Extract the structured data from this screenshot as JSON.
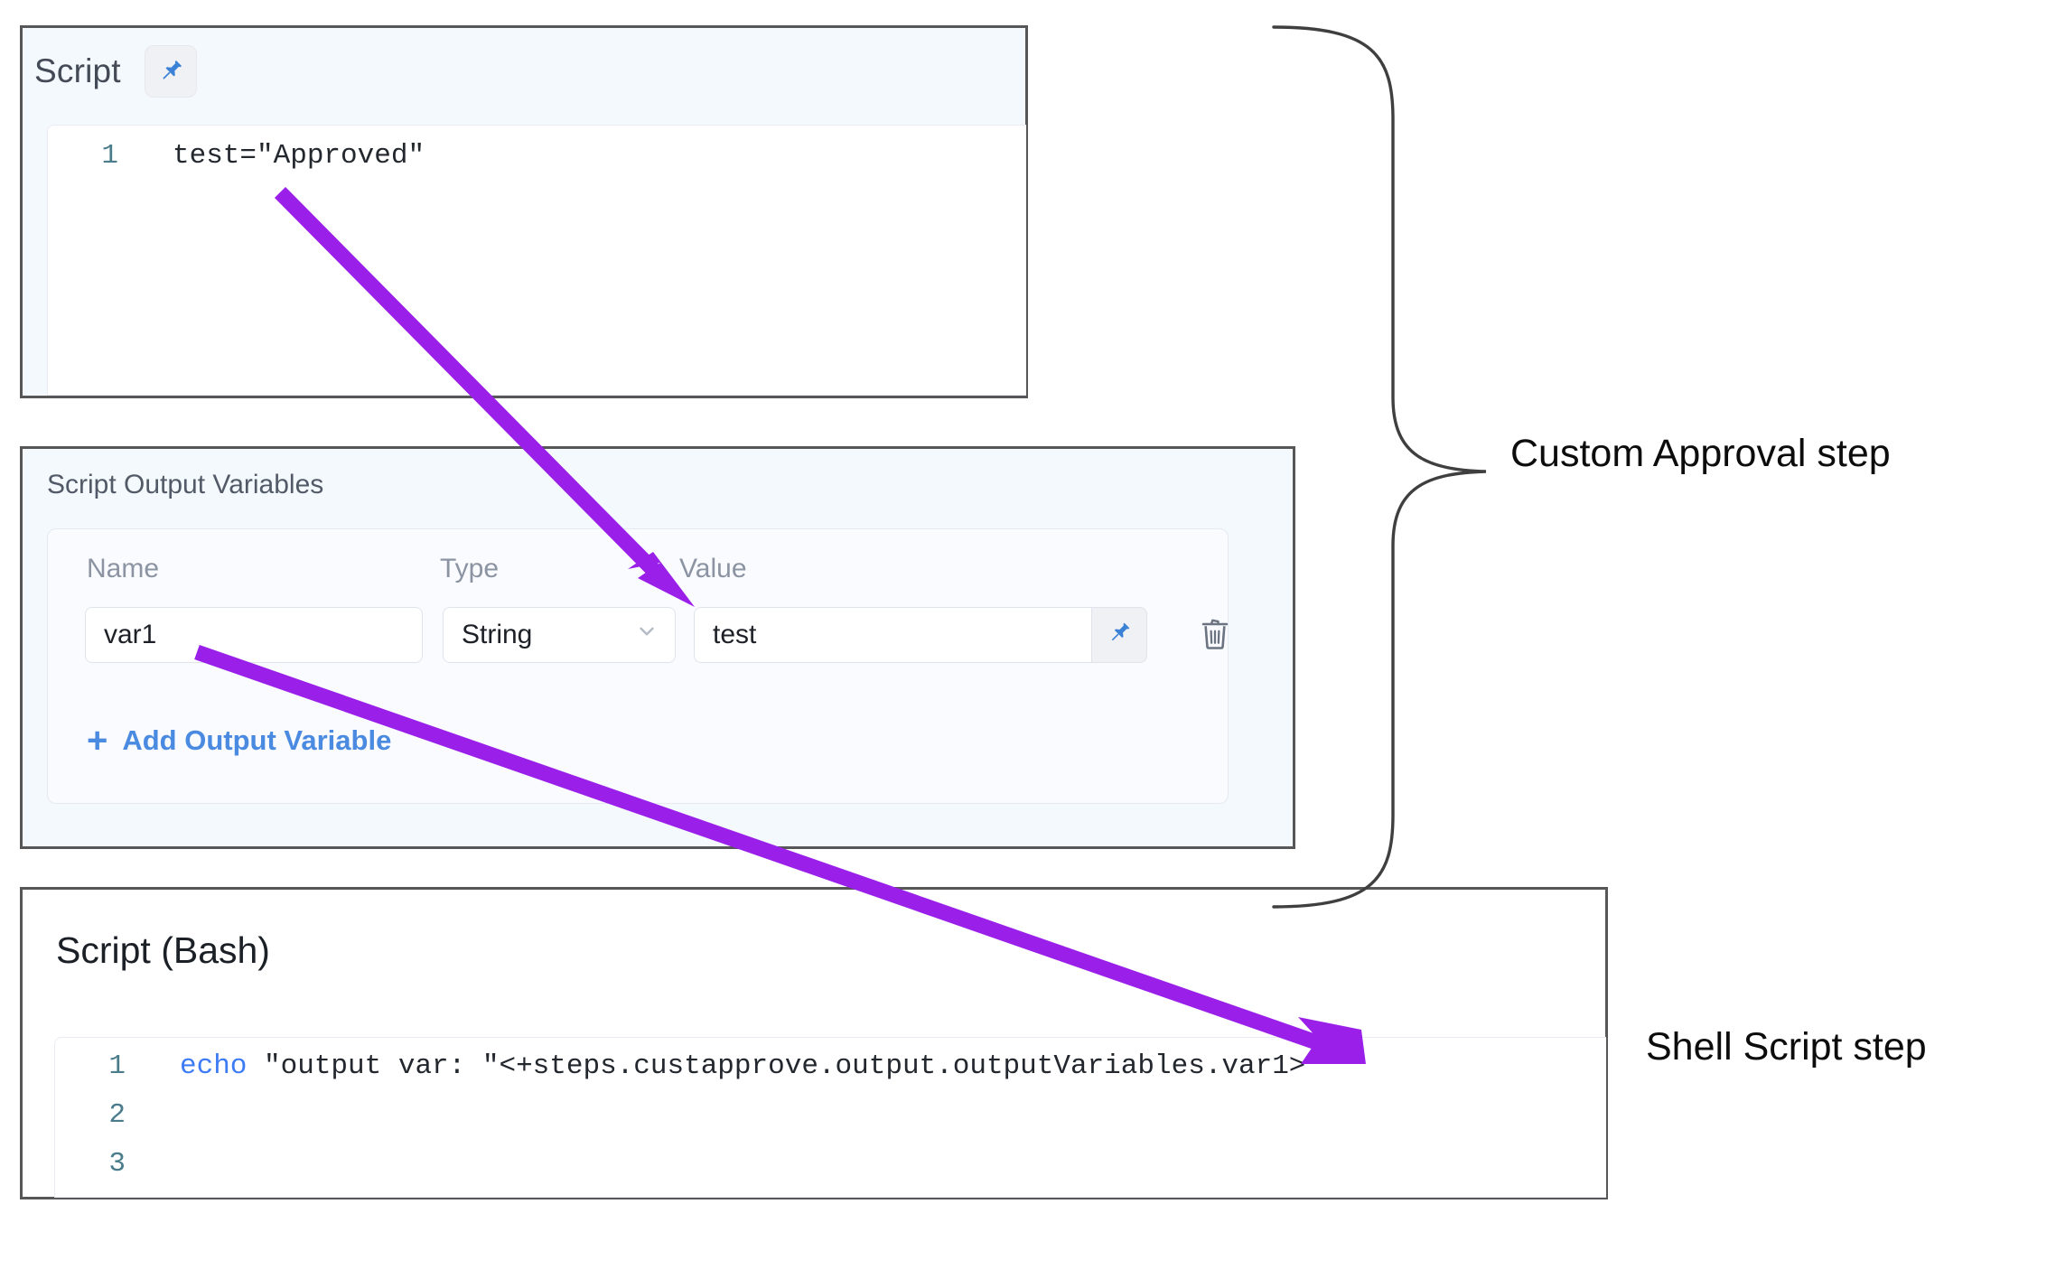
{
  "script_panel": {
    "title": "Script",
    "pin_icon": "pin-icon",
    "code": [
      {
        "lineno": "1",
        "text": "test=\"Approved\""
      }
    ]
  },
  "output_variables_panel": {
    "title": "Script Output Variables",
    "columns": {
      "name": "Name",
      "type": "Type",
      "value": "Value"
    },
    "rows": [
      {
        "name": "var1",
        "type": "String",
        "type_chevron_icon": "chevron-down-icon",
        "value": "test",
        "value_pin_icon": "pin-icon",
        "delete_icon": "trash-icon"
      }
    ],
    "add_link": {
      "plus": "+",
      "label": "Add Output Variable"
    }
  },
  "bash_panel": {
    "title": "Script (Bash)",
    "code": [
      {
        "lineno": "1",
        "keyword": "echo",
        "text": " \"output var: \"<+steps.custapprove.output.outputVariables.var1>"
      },
      {
        "lineno": "2",
        "keyword": "",
        "text": ""
      },
      {
        "lineno": "3",
        "keyword": "",
        "text": ""
      }
    ]
  },
  "annotations": {
    "custom_approval_step": "Custom Approval step",
    "shell_script_step": "Shell Script step",
    "arrow_color": "#9a1fe8",
    "brace_color": "#3f3f3f"
  },
  "colors": {
    "panel_border": "#575757",
    "panel_bg_blue": "#f4f9fd",
    "panel_bg_white": "#ffffff",
    "link_blue": "#4a8ae0",
    "pin_blue": "#3b82d6",
    "keyword_blue": "#3d7bf5",
    "lineno": "#4a7c8c"
  }
}
